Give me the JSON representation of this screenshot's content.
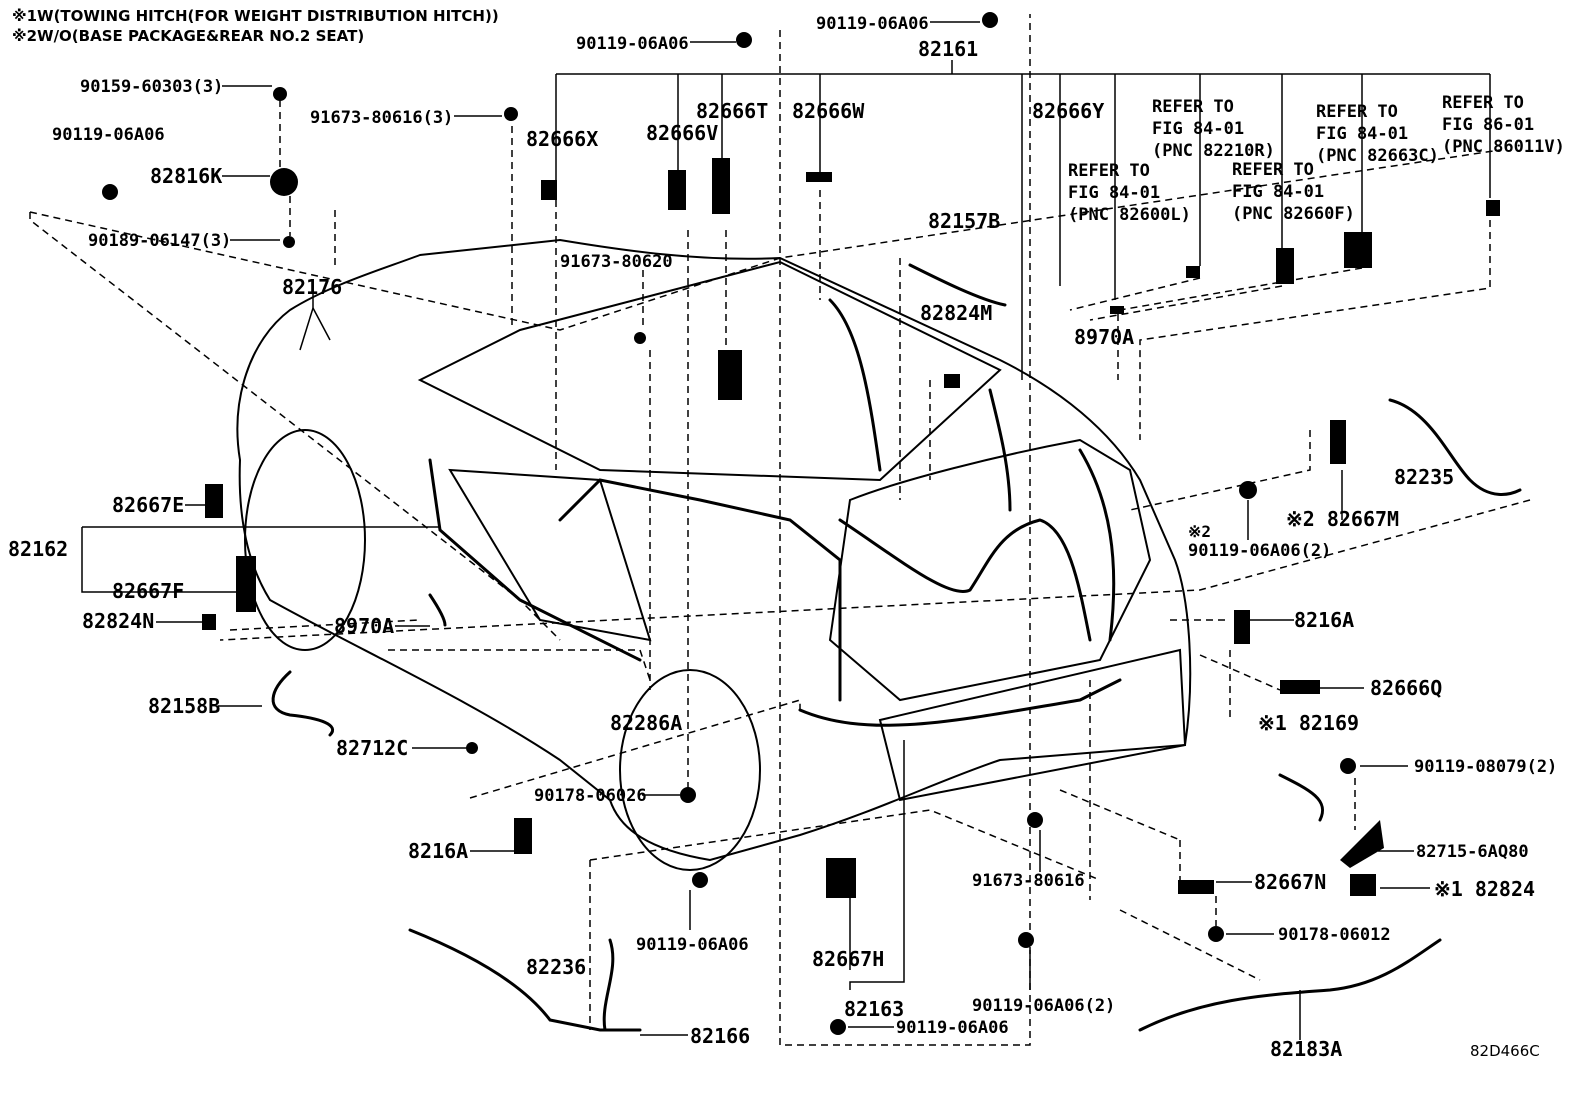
{
  "notes": [
    {
      "mark": "※1",
      "text": "W(TOWING HITCH(FOR WEIGHT DISTRIBUTION HITCH))"
    },
    {
      "mark": "※2",
      "text": "W/O(BASE PACKAGE&REAR NO.2 SEAT)"
    }
  ],
  "figure_code": "82D466C",
  "callouts": [
    {
      "id": "c1",
      "text": "90119-06A06"
    },
    {
      "id": "c2",
      "text": "90119-06A06"
    },
    {
      "id": "c3",
      "text": "82161"
    },
    {
      "id": "c4",
      "text": "90159-60303(3)"
    },
    {
      "id": "c5",
      "text": "91673-80616(3)"
    },
    {
      "id": "c6",
      "text": "90119-06A06"
    },
    {
      "id": "c7",
      "text": "82816K"
    },
    {
      "id": "c8",
      "text": "90189-06147(3)"
    },
    {
      "id": "c9",
      "text": "82666X"
    },
    {
      "id": "c10",
      "text": "82666V"
    },
    {
      "id": "c11",
      "text": "82666T"
    },
    {
      "id": "c12",
      "text": "82666W"
    },
    {
      "id": "c13",
      "text": "82666Y"
    },
    {
      "id": "c14a",
      "text": "REFER TO"
    },
    {
      "id": "c14b",
      "text": "FIG 84-01"
    },
    {
      "id": "c14c",
      "text": "(PNC 82210R)"
    },
    {
      "id": "c15a",
      "text": "REFER TO"
    },
    {
      "id": "c15b",
      "text": "FIG 84-01"
    },
    {
      "id": "c15c",
      "text": "(PNC 82663C)"
    },
    {
      "id": "c16a",
      "text": "REFER TO"
    },
    {
      "id": "c16b",
      "text": "FIG 86-01"
    },
    {
      "id": "c16c",
      "text": "(PNC 86011V)"
    },
    {
      "id": "c17a",
      "text": "REFER TO"
    },
    {
      "id": "c17b",
      "text": "FIG 84-01"
    },
    {
      "id": "c17c",
      "text": "(PNC 82600L)"
    },
    {
      "id": "c18a",
      "text": "REFER TO"
    },
    {
      "id": "c18b",
      "text": "FIG 84-01"
    },
    {
      "id": "c18c",
      "text": "(PNC 82660F)"
    },
    {
      "id": "c19",
      "text": "82157B"
    },
    {
      "id": "c20",
      "text": "91673-80620"
    },
    {
      "id": "c21",
      "text": "82176"
    },
    {
      "id": "c22",
      "text": "82824M"
    },
    {
      "id": "c23",
      "text": "8970A"
    },
    {
      "id": "c24",
      "text": "82235"
    },
    {
      "id": "c25",
      "text": "82667E"
    },
    {
      "id": "c26",
      "text": "82162"
    },
    {
      "id": "c27",
      "text": "82667F"
    },
    {
      "id": "c28",
      "text": "82824N"
    },
    {
      "id": "c29",
      "text": "8970A"
    },
    {
      "id": "c30",
      "text": "※2"
    },
    {
      "id": "c31",
      "text": "90119-06A06(2)"
    },
    {
      "id": "c32",
      "text": "※2 82667M"
    },
    {
      "id": "c33",
      "text": "8216A"
    },
    {
      "id": "c34",
      "text": "82666Q"
    },
    {
      "id": "c35",
      "text": "82158B"
    },
    {
      "id": "c36",
      "text": "82286A"
    },
    {
      "id": "c37",
      "text": "82712C"
    },
    {
      "id": "c38",
      "text": "※1 82169"
    },
    {
      "id": "c39",
      "text": "90119-08079(2)"
    },
    {
      "id": "c40",
      "text": "90178-06026"
    },
    {
      "id": "c41",
      "text": "8216A"
    },
    {
      "id": "c42",
      "text": "82715-6AQ80"
    },
    {
      "id": "c43",
      "text": "91673-80616"
    },
    {
      "id": "c44",
      "text": "82667N"
    },
    {
      "id": "c45",
      "text": "※1 82824"
    },
    {
      "id": "c46",
      "text": "90178-06012"
    },
    {
      "id": "c47",
      "text": "82236"
    },
    {
      "id": "c48",
      "text": "90119-06A06"
    },
    {
      "id": "c49",
      "text": "82667H"
    },
    {
      "id": "c50",
      "text": "90119-06A06(2)"
    },
    {
      "id": "c51",
      "text": "82163"
    },
    {
      "id": "c52",
      "text": "82166"
    },
    {
      "id": "c53",
      "text": "90119-06A06"
    },
    {
      "id": "c54",
      "text": "82183A"
    }
  ]
}
